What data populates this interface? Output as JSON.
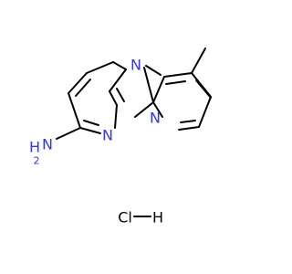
{
  "molecule": {
    "colors": {
      "bond": "#000000",
      "nitrogen": "#3333ff",
      "carbon_label": "#000000",
      "background": "#ffffff"
    },
    "labels": {
      "n_imidazole": "N",
      "n_bridge": "N",
      "n_pyridine": "N",
      "amine_n": "N",
      "amine_h2_h": "H",
      "amine_h2_sub": "2",
      "hcl_cl": "Cl",
      "hcl_dash": "—",
      "hcl_h": "H"
    }
  }
}
